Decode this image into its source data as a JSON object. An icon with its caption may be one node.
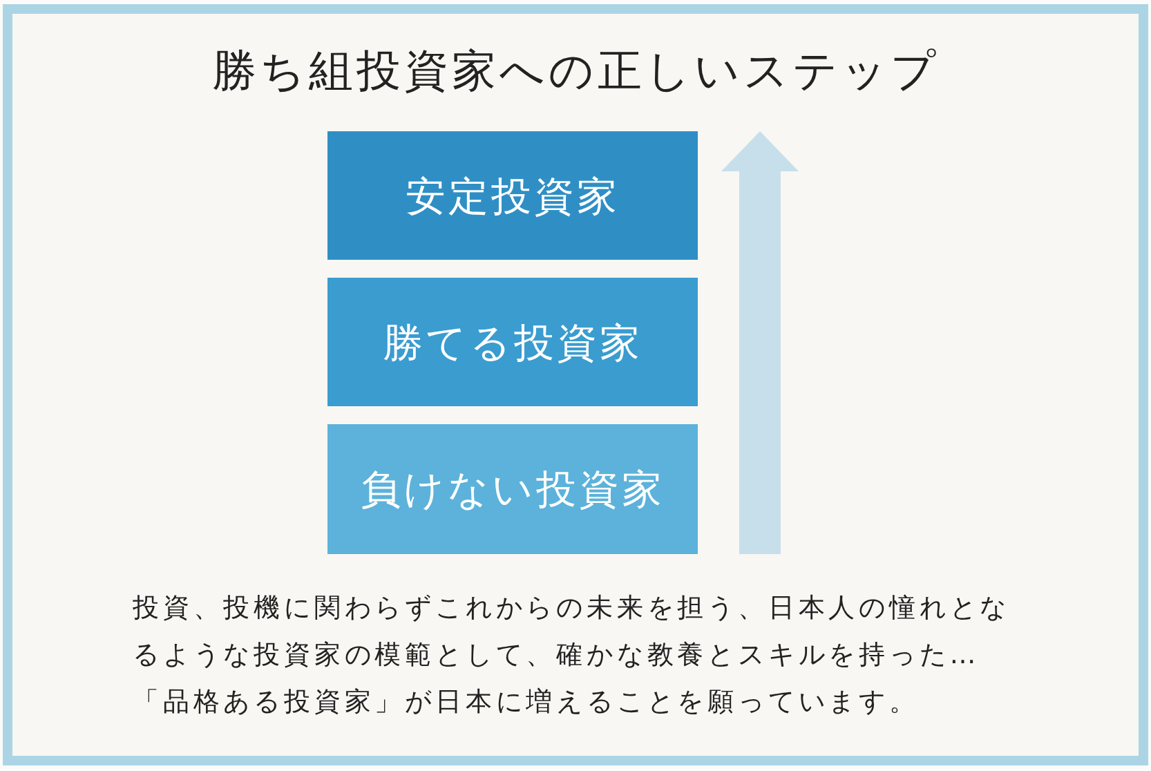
{
  "diagram": {
    "title": "勝ち組投資家への正しいステップ",
    "nodes": [
      {
        "text": [
          "安定投資家"
        ]
      },
      {
        "text": [
          "勝てる投資家"
        ]
      },
      {
        "text": [
          "負けない投資家"
        ]
      }
    ],
    "labels": [
      "投資、投機に関わらずこれからの未来を担う、日本人の憧れとなるような投資家の模範として、確かな教養とスキルを持った…",
      "「品格ある投資家」が日本に増えることを願っています。"
    ]
  }
}
